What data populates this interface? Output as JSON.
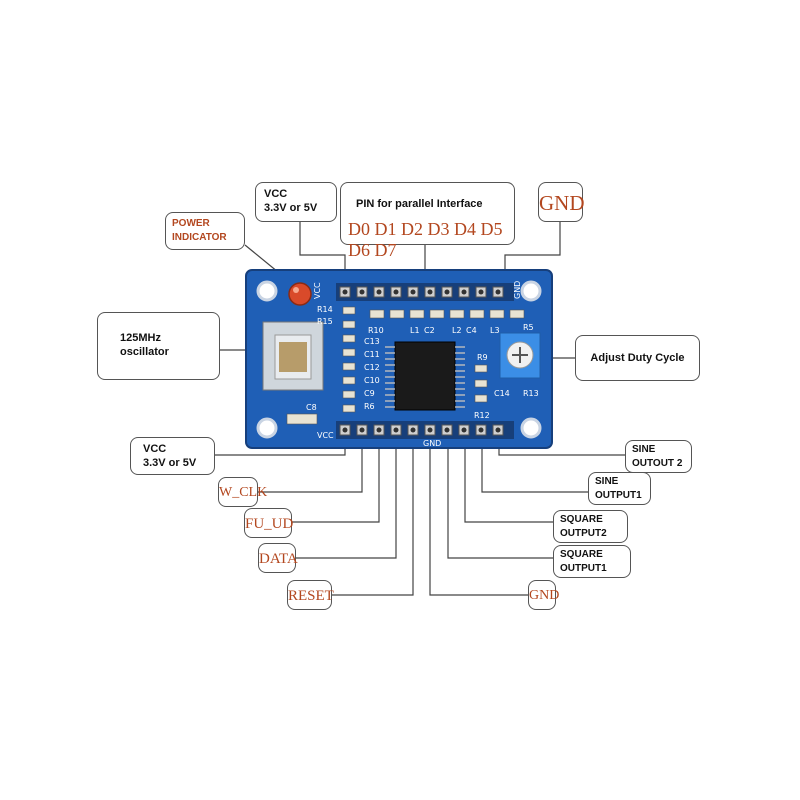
{
  "labels": {
    "vcc_top": [
      "VCC",
      "3.3V or 5V"
    ],
    "power_indicator": [
      "POWER",
      "INDICATOR"
    ],
    "pin_parallel_title": "PIN for parallel Interface",
    "parallel_pins": "D0 D1 D2 D3 D4 D5 D6 D7",
    "gnd_top": "GND",
    "oscillator": [
      "125MHz",
      "oscillator"
    ],
    "adjust_duty": "Adjust Duty Cycle",
    "vcc_bottom": [
      "VCC",
      "3.3V or 5V"
    ],
    "w_clk": "W_CLK",
    "fu_ud": "FU_UD",
    "data": "DATA",
    "reset": "RESET",
    "gnd_bottom": "GND",
    "sine_out2": [
      "SINE",
      "OUTOUT 2"
    ],
    "sine_out1": [
      "SINE",
      "OUTPUT1"
    ],
    "square_out2": [
      "SQUARE",
      "OUTPUT2"
    ],
    "square_out1": [
      "SQUARE",
      "OUTPUT1"
    ]
  },
  "board_silkscreen": {
    "vcc_top": "VCC",
    "gnd_top": "GND",
    "vcc_bottom": "VCC",
    "gnd_bottom": "GND",
    "r14": "R14",
    "r15": "R15",
    "c13": "C13",
    "c11": "C11",
    "c12": "C12",
    "c10": "C10",
    "c9": "C9",
    "r6": "R6",
    "c8": "C8",
    "r10": "R10",
    "l1": "L1",
    "c2": "C2",
    "l2": "L2",
    "c4": "C4",
    "r5": "R5",
    "l3": "L3",
    "r9": "R9",
    "c14": "C14",
    "r13": "R13",
    "r12": "R12"
  },
  "colors": {
    "board": "#1f5fb6",
    "board_dark": "#163f7c",
    "led": "#d94a2a",
    "red_label": "#b3471f",
    "pot": "#3b8ee6"
  }
}
